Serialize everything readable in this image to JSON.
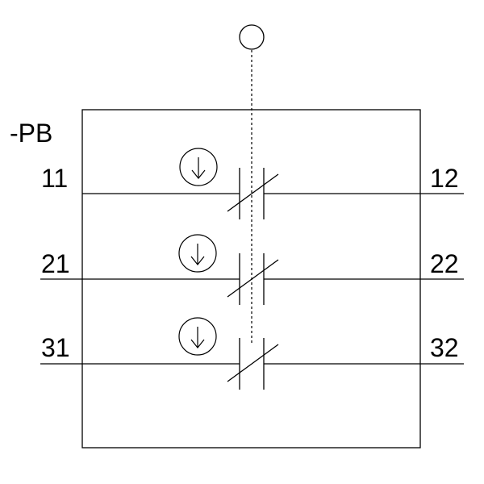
{
  "device": {
    "tag": "-PB"
  },
  "contacts": [
    {
      "left_terminal": "11",
      "right_terminal": "12",
      "type": "normally-closed"
    },
    {
      "left_terminal": "21",
      "right_terminal": "22",
      "type": "normally-closed"
    },
    {
      "left_terminal": "31",
      "right_terminal": "32",
      "type": "normally-closed"
    }
  ],
  "icons": {
    "actuator": "circle-icon",
    "contact_function": "down-arrow-circle-icon"
  },
  "colors": {
    "line": "#000000",
    "background": "#ffffff"
  }
}
